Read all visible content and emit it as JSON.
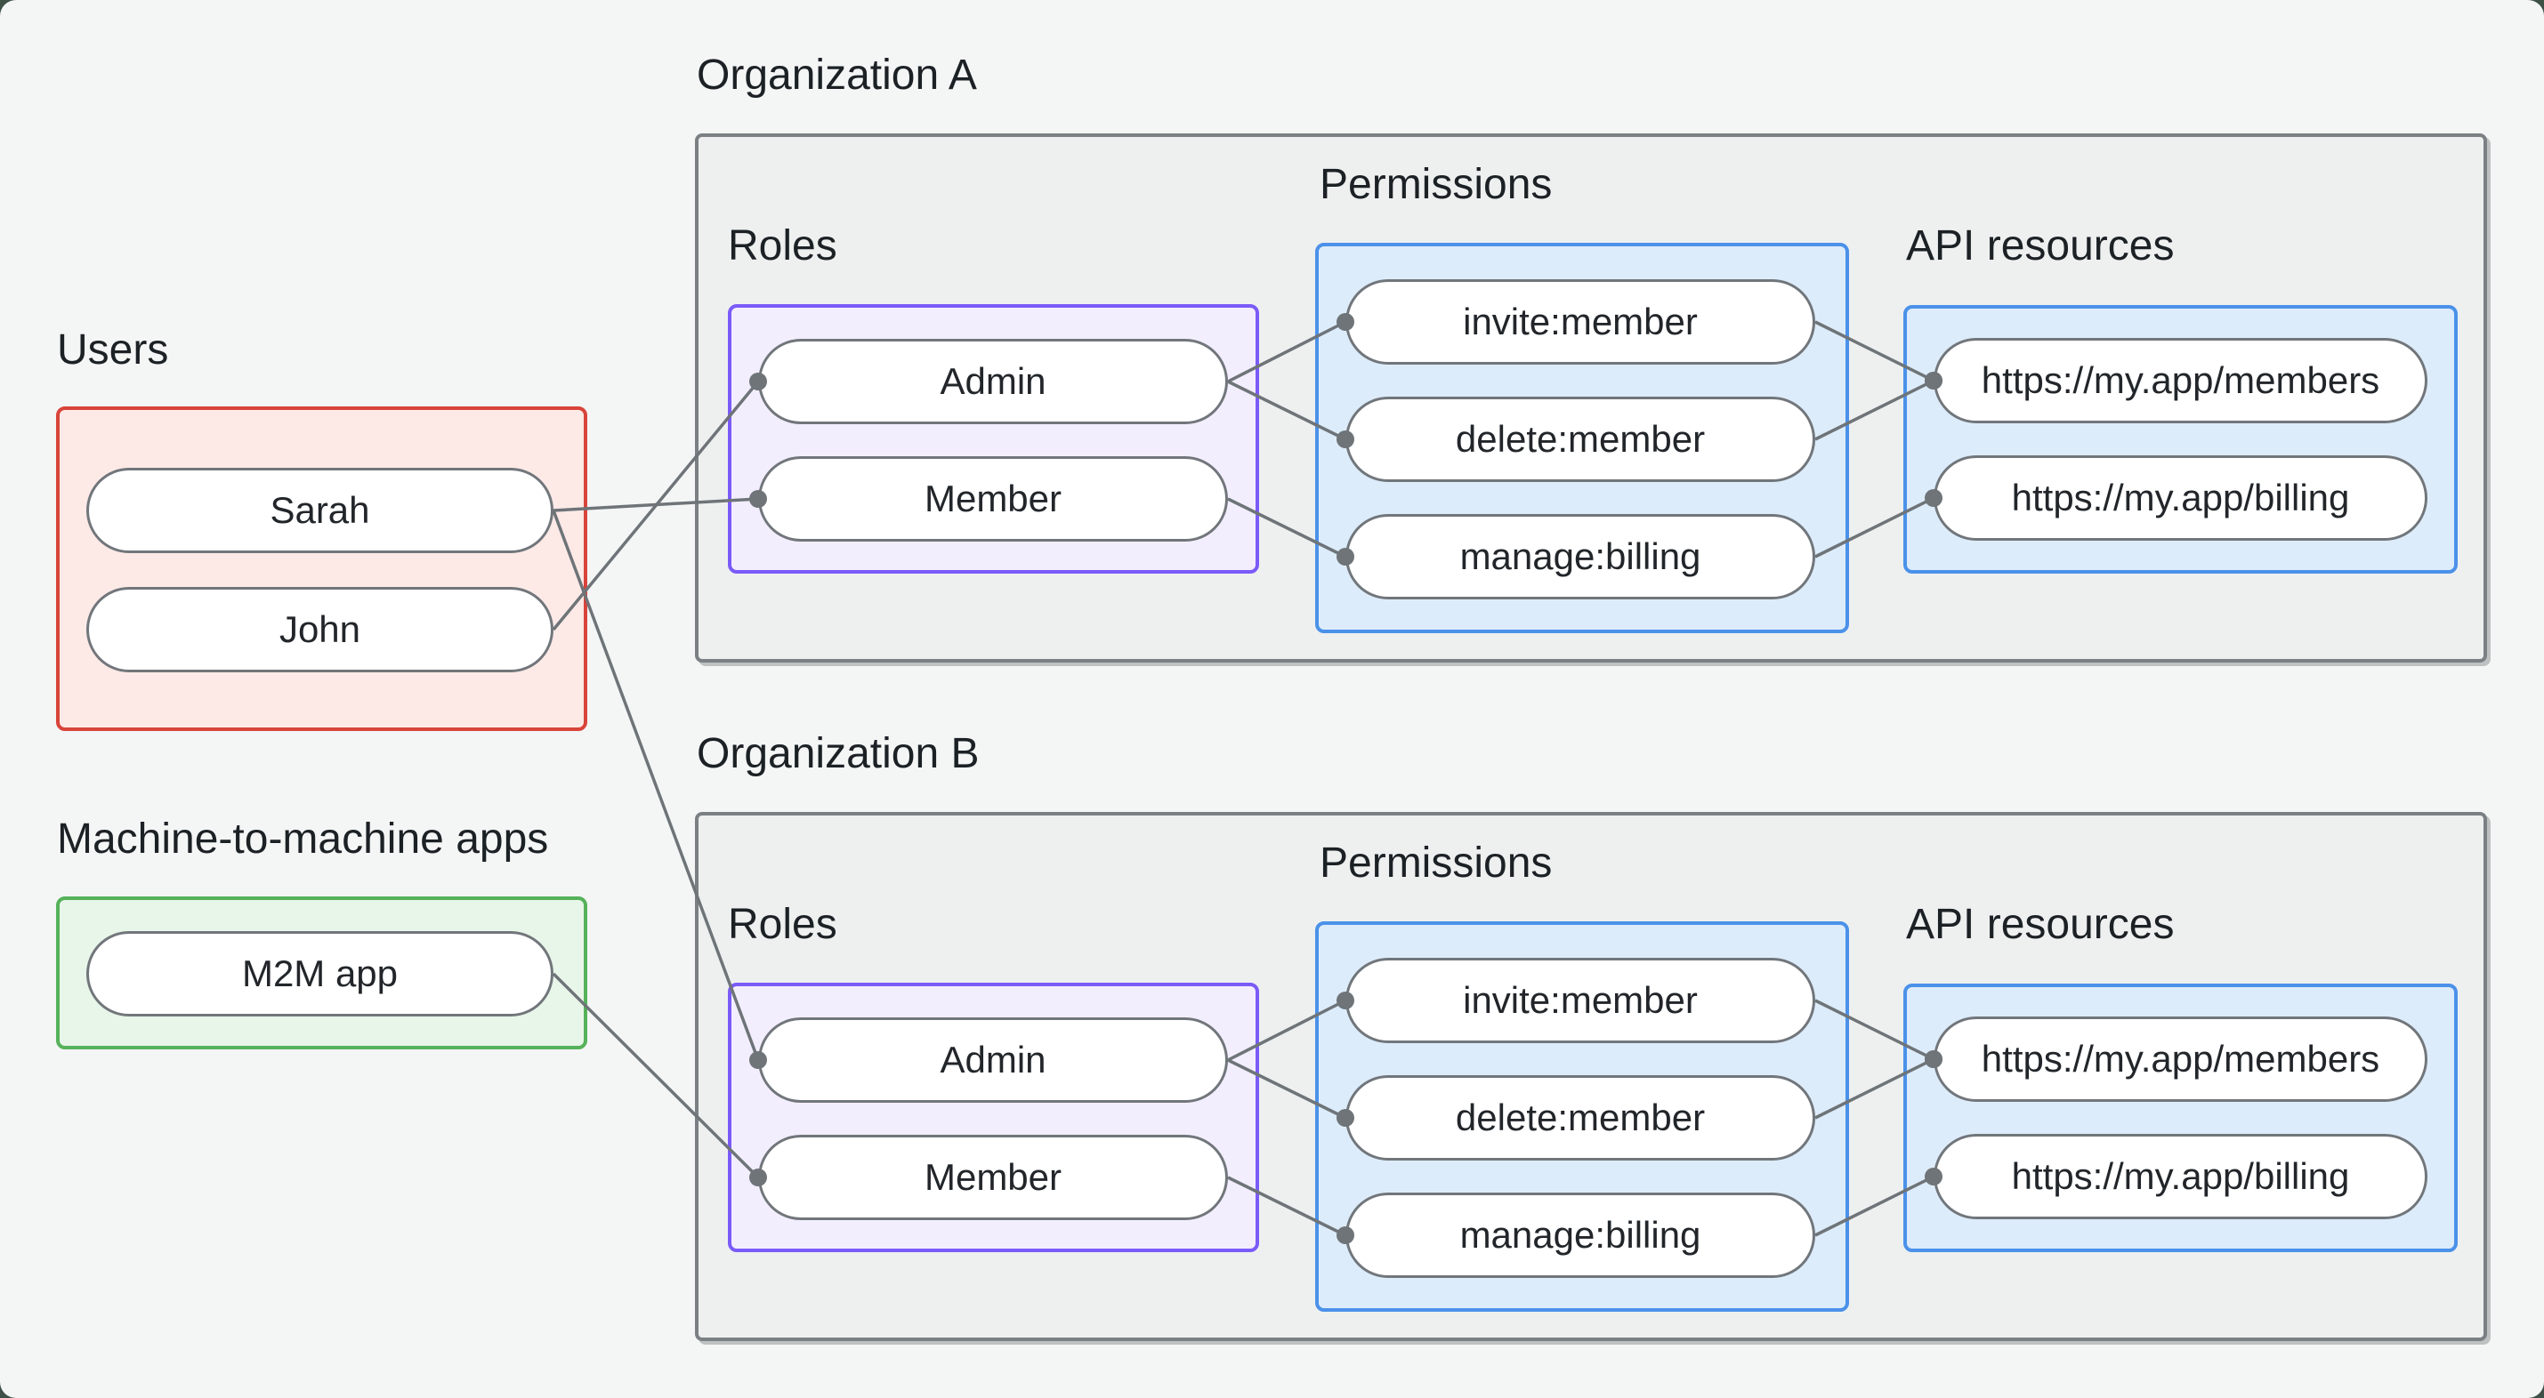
{
  "page": {
    "background": "#f4f6f6",
    "frame_background": "#3d5146",
    "line_color": "#6e7478",
    "text_color": "#1c2125"
  },
  "left_column": {
    "users": {
      "label": "Users",
      "border_color": "#d8443a",
      "fill_color": "#fdeae7",
      "nodes": [
        {
          "id": "sarah",
          "label": "Sarah"
        },
        {
          "id": "john",
          "label": "John"
        }
      ]
    },
    "m2m": {
      "label": "Machine-to-machine apps",
      "border_color": "#56b25a",
      "fill_color": "#e8f5e9",
      "nodes": [
        {
          "id": "m2m_app",
          "label": "M2M app"
        }
      ]
    }
  },
  "organizations": [
    {
      "id": "orgA",
      "title": "Organization A",
      "roles": {
        "label": "Roles",
        "border_color": "#7b5bf8",
        "fill_color": "#f3eefe",
        "nodes": [
          {
            "id": "orgA_admin",
            "label": "Admin"
          },
          {
            "id": "orgA_member",
            "label": "Member"
          }
        ]
      },
      "permissions": {
        "label": "Permissions",
        "border_color": "#4b91e9",
        "fill_color": "#ddecfb",
        "nodes": [
          {
            "id": "orgA_invite",
            "label": "invite:member"
          },
          {
            "id": "orgA_delete",
            "label": "delete:member"
          },
          {
            "id": "orgA_manage",
            "label": "manage:billing"
          }
        ]
      },
      "api_resources": {
        "label": "API resources",
        "border_color": "#4b91e9",
        "fill_color": "#ddecfb",
        "nodes": [
          {
            "id": "orgA_members_api",
            "label": "https://my.app/members"
          },
          {
            "id": "orgA_billing_api",
            "label": "https://my.app/billing"
          }
        ]
      }
    },
    {
      "id": "orgB",
      "title": "Organization B",
      "roles": {
        "label": "Roles",
        "border_color": "#7b5bf8",
        "fill_color": "#f3eefe",
        "nodes": [
          {
            "id": "orgB_admin",
            "label": "Admin"
          },
          {
            "id": "orgB_member",
            "label": "Member"
          }
        ]
      },
      "permissions": {
        "label": "Permissions",
        "border_color": "#4b91e9",
        "fill_color": "#ddecfb",
        "nodes": [
          {
            "id": "orgB_invite",
            "label": "invite:member"
          },
          {
            "id": "orgB_delete",
            "label": "delete:member"
          },
          {
            "id": "orgB_manage",
            "label": "manage:billing"
          }
        ]
      },
      "api_resources": {
        "label": "API resources",
        "border_color": "#4b91e9",
        "fill_color": "#ddecfb",
        "nodes": [
          {
            "id": "orgB_members_api",
            "label": "https://my.app/members"
          },
          {
            "id": "orgB_billing_api",
            "label": "https://my.app/billing"
          }
        ]
      }
    }
  ],
  "edges": [
    {
      "from": "sarah",
      "to": "orgA_member"
    },
    {
      "from": "john",
      "to": "orgA_admin"
    },
    {
      "from": "sarah",
      "to": "orgB_admin"
    },
    {
      "from": "m2m_app",
      "to": "orgB_member"
    },
    {
      "from": "orgA_admin",
      "to": "orgA_invite"
    },
    {
      "from": "orgA_admin",
      "to": "orgA_delete"
    },
    {
      "from": "orgA_member",
      "to": "orgA_manage"
    },
    {
      "from": "orgA_invite",
      "to": "orgA_members_api"
    },
    {
      "from": "orgA_delete",
      "to": "orgA_members_api"
    },
    {
      "from": "orgA_manage",
      "to": "orgA_billing_api"
    },
    {
      "from": "orgB_admin",
      "to": "orgB_invite"
    },
    {
      "from": "orgB_admin",
      "to": "orgB_delete"
    },
    {
      "from": "orgB_member",
      "to": "orgB_manage"
    },
    {
      "from": "orgB_invite",
      "to": "orgB_members_api"
    },
    {
      "from": "orgB_delete",
      "to": "orgB_members_api"
    },
    {
      "from": "orgB_manage",
      "to": "orgB_billing_api"
    }
  ]
}
